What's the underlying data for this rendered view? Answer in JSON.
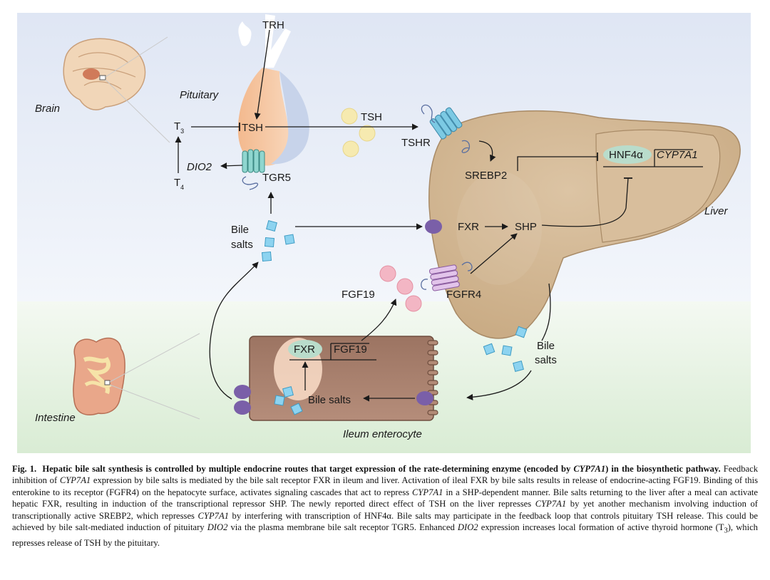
{
  "figure": {
    "labels": {
      "trh": "TRH",
      "pituitary": "Pituitary",
      "brain": "Brain",
      "t3": "T",
      "t3_sub": "3",
      "t4": "T",
      "t4_sub": "4",
      "tsh_pit": "TSH",
      "dio2": "DIO2",
      "tgr5": "TGR5",
      "tsh_free": "TSH",
      "tshr": "TSHR",
      "srebp2": "SREBP2",
      "hnf4a": "HNF4α",
      "cyp7a1": "CYP7A1",
      "liver": "Liver",
      "bile_salts_top_1": "Bile",
      "bile_salts_top_2": "salts",
      "fxr_liver": "FXR",
      "shp": "SHP",
      "fgf19_free": "FGF19",
      "fgfr4": "FGFR4",
      "bile_salts_right_1": "Bile",
      "bile_salts_right_2": "salts",
      "fxr_cell": "FXR",
      "fgf19_cell": "FGF19",
      "bile_salts_cell": "Bile salts",
      "intestine": "Intestine",
      "ileum": "Ileum enterocyte"
    },
    "colors": {
      "top_bg": "#e4eaf6",
      "bottom_bg": "#e2f0df",
      "liver": "#d4b995",
      "cell": "#a8806e",
      "receptor_blue": "#7cc9e3",
      "receptor_pink": "#e2c4ea",
      "fxr_oval": "#b9dccb",
      "tsh_ball": "#f6eab0",
      "fgf19_ball": "#f3b6c4",
      "transporter": "#7a5fa8",
      "bile_salt": "#8dd3f0"
    }
  },
  "caption": {
    "fig_label": "Fig. 1.",
    "title_pre": "Hepatic bile salt synthesis is controlled by multiple endocrine routes that target expression of the rate-determining enzyme (encoded by ",
    "title_gene": "CYP7A1",
    "title_post": ") in the biosynthetic pathway.",
    "s1_pre": " Feedback inhibition of ",
    "s1_gene": "CYP7A1",
    "s1_post": " expression by bile salts is mediated by the bile salt receptor FXR in ileum and liver. Activation of ileal FXR by bile salts results in release of endocrine-acting FGF19. Binding of this enterokine to its receptor (FGFR4) on the hepatocyte surface, activates signaling cascades that act to repress ",
    "s2_gene": "CYP7A1",
    "s2_post": " in a SHP-dependent manner. Bile salts returning to the liver after a meal can activate hepatic FXR, resulting in induction of the transcriptional repressor SHP. The newly reported direct effect of TSH on the liver represses ",
    "s3_gene": "CYP7A1",
    "s3_mid": " by yet another mechanism involving induction of transcriptionally active SREBP2, which represses ",
    "s4_gene": "CYP7A1",
    "s4_post": " by interfering with transcription of HNF4α. Bile salts may participate in the feedback loop that controls pituitary TSH release. This could be achieved by bile salt-mediated induction of pituitary ",
    "s5_gene": "DIO2",
    "s5_post": " via the plasma membrane bile salt receptor TGR5. Enhanced ",
    "s6_gene": "DIO2",
    "s6_post": " expression increases local formation of active thyroid hormone (T",
    "t3_sub": "3",
    "end": "), which represses release of TSH by the pituitary."
  }
}
